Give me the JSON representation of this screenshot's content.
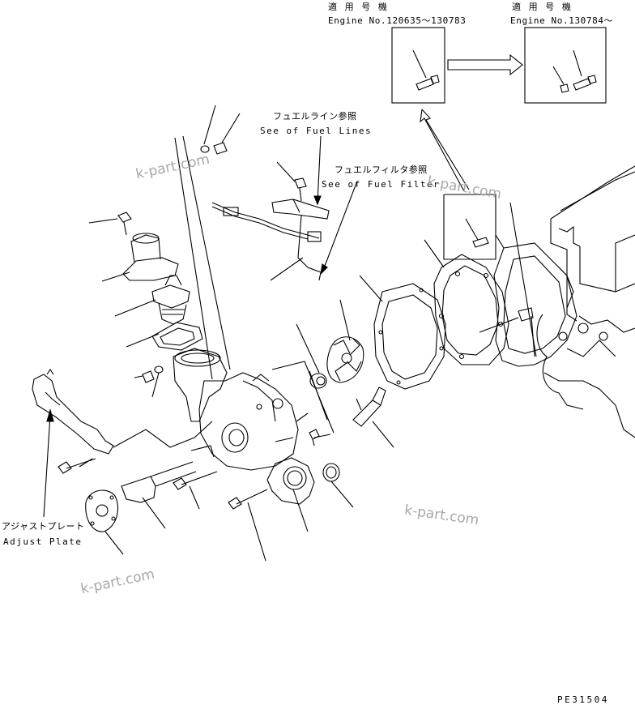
{
  "applicability_left": {
    "jp": "適 用 号 機",
    "engine": "Engine No.120635～130783"
  },
  "applicability_right": {
    "jp": "適 用 号 機",
    "engine": "Engine No.130784～"
  },
  "fuel_lines": {
    "jp": "フュエルライン参照",
    "en": "See of Fuel Lines"
  },
  "fuel_filter": {
    "jp": "フュエルフィルタ参照",
    "en": "See of Fuel Filter"
  },
  "adjust_plate": {
    "jp": "アジャストプレート",
    "en": "Adjust Plate"
  },
  "watermarks": [
    "k-part.com",
    "k-part.com",
    "k-part.com",
    "k-part.com"
  ],
  "drawing_code": "PE31504",
  "colors": {
    "line": "#000000",
    "watermark": "#a8a8a8",
    "background": "#ffffff"
  }
}
